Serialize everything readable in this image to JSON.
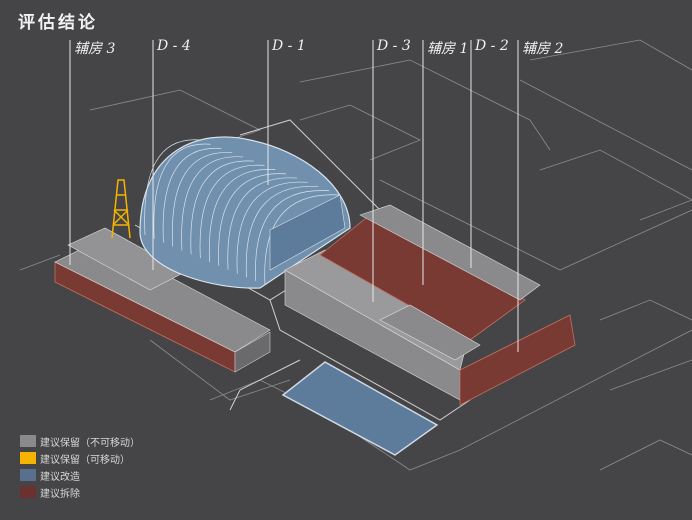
{
  "title": "评估结论",
  "labels": [
    "辅房 3",
    "D - 4",
    "D - 1",
    "D - 3",
    "辅房 1",
    "D - 2",
    "辅房 2"
  ],
  "legend": [
    {
      "label": "建议保留（不可移动）",
      "color": "#8a898b"
    },
    {
      "label": "建议保留（可移动）",
      "color": "#f5b400"
    },
    {
      "label": "建议改造",
      "color": "#5a6f8e"
    },
    {
      "label": "建议拆除",
      "color": "#6b3030"
    }
  ],
  "colors": {
    "background": "#454446",
    "keep": "#8a898b",
    "movable": "#f5b400",
    "renovate": "#6f8fae",
    "demolish": "#7a3a34"
  }
}
